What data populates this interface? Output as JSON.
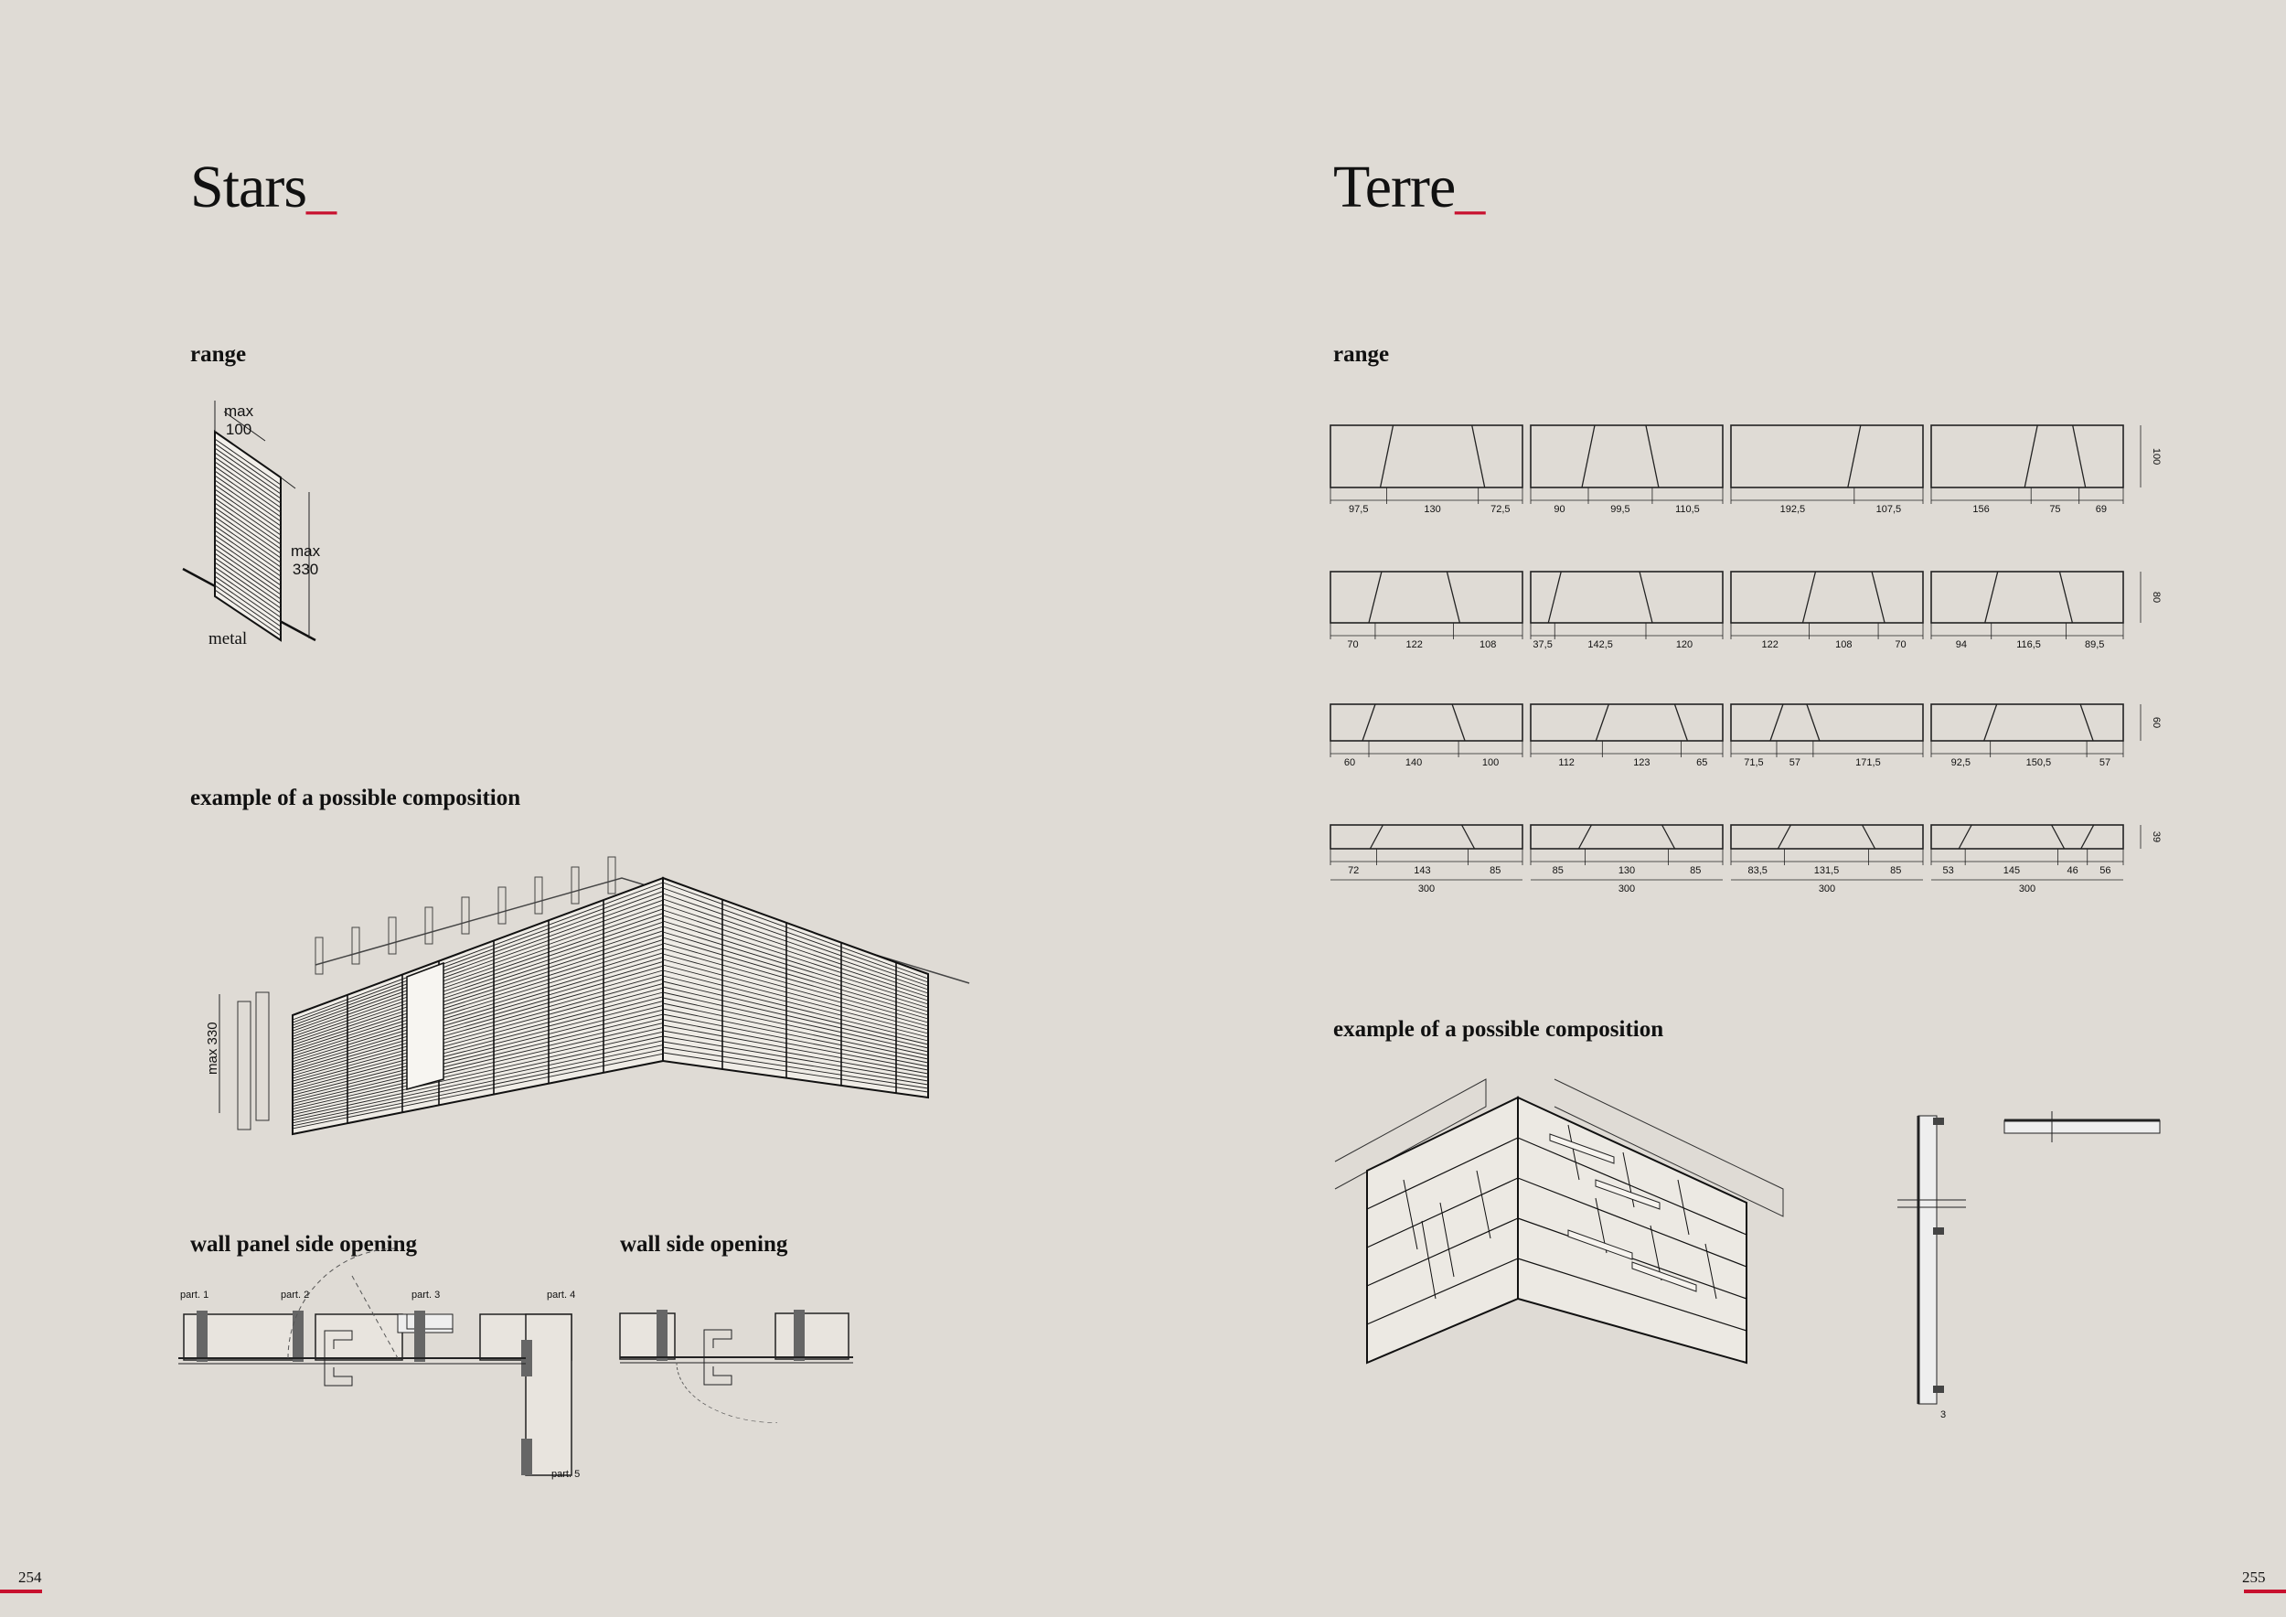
{
  "left": {
    "title": "Stars",
    "title_suffix": "_",
    "range_heading": "range",
    "range_dim_width": "max\n100",
    "range_dim_height": "max\n330",
    "range_material": "metal",
    "composition_heading": "example of a possible composition",
    "composition_dim": "max 330",
    "wall_panel_heading": "wall panel side opening",
    "wall_side_heading": "wall side opening",
    "detail_labels": [
      "part. 1",
      "part. 2",
      "part. 3",
      "part. 4",
      "part. 5"
    ],
    "page_number": "254"
  },
  "right": {
    "title": "Terre",
    "title_suffix": "_",
    "range_heading": "range",
    "composition_heading": "example of a possible composition",
    "section_dim": "3",
    "page_number": "255",
    "rows": [
      {
        "height": "100",
        "panels": [
          {
            "splits": [
              0.293,
              0.77
            ],
            "dims": [
              "97,5",
              "130",
              "72,5"
            ]
          },
          {
            "splits": [
              0.3,
              0.633
            ],
            "dims": [
              "90",
              "99,5",
              "110,5"
            ]
          },
          {
            "splits": [
              0.642
            ],
            "dims": [
              "192,5",
              "107,5"
            ]
          },
          {
            "splits": [
              0.52,
              0.77
            ],
            "dims": [
              "156",
              "75",
              "69"
            ]
          }
        ]
      },
      {
        "height": "80",
        "panels": [
          {
            "splits": [
              0.233,
              0.64
            ],
            "dims": [
              "70",
              "122",
              "108"
            ]
          },
          {
            "splits": [
              0.125,
              0.6
            ],
            "dims": [
              "37,5",
              "142,5",
              "120"
            ]
          },
          {
            "splits": [
              0.407,
              0.767
            ],
            "dims": [
              "122",
              "108",
              "70"
            ]
          },
          {
            "splits": [
              0.313,
              0.702
            ],
            "dims": [
              "94",
              "116,5",
              "89,5"
            ]
          }
        ]
      },
      {
        "height": "60",
        "panels": [
          {
            "splits": [
              0.2,
              0.667
            ],
            "dims": [
              "60",
              "140",
              "100"
            ]
          },
          {
            "splits": [
              0.373,
              0.783
            ],
            "dims": [
              "112",
              "123",
              "65"
            ]
          },
          {
            "splits": [
              0.238,
              0.428
            ],
            "dims": [
              "71,5",
              "57",
              "171,5"
            ]
          },
          {
            "splits": [
              0.308,
              0.81
            ],
            "dims": [
              "92,5",
              "150,5",
              "57"
            ]
          }
        ]
      },
      {
        "height": "39",
        "total": "300",
        "panels": [
          {
            "splits": [
              0.24,
              0.717
            ],
            "dims": [
              "72",
              "143",
              "85"
            ]
          },
          {
            "splits": [
              0.283,
              0.717
            ],
            "dims": [
              "85",
              "130",
              "85"
            ]
          },
          {
            "splits": [
              0.278,
              0.717
            ],
            "dims": [
              "83,5",
              "131,5",
              "85"
            ]
          },
          {
            "splits": [
              0.177,
              0.66,
              0.813
            ],
            "dims": [
              "53",
              "145",
              "46",
              "56"
            ]
          }
        ]
      }
    ]
  }
}
